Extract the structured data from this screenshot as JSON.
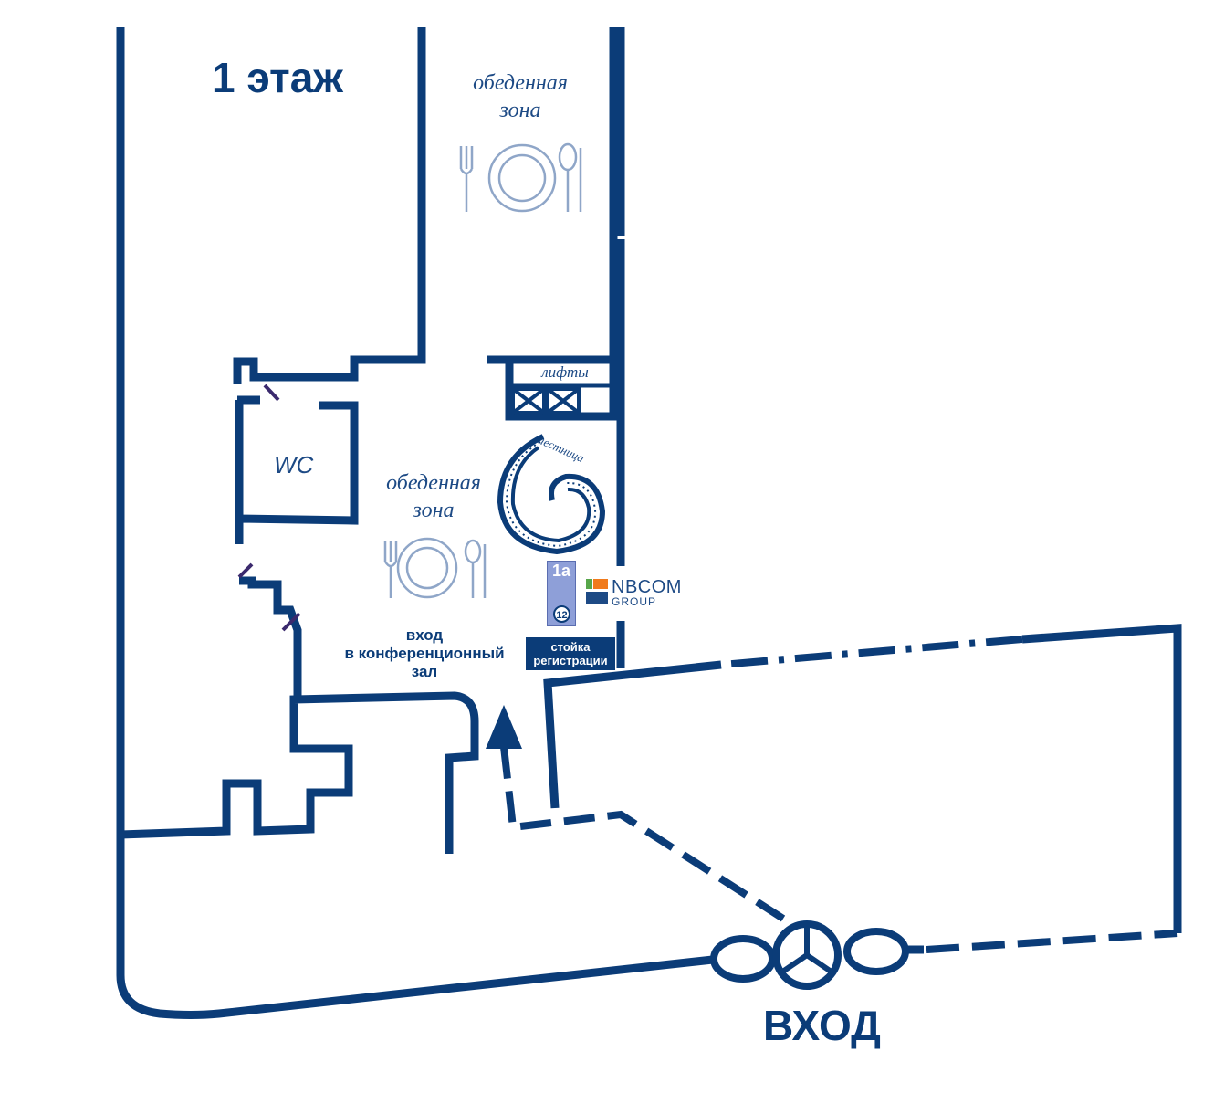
{
  "map": {
    "floor_title": "1 этаж",
    "dining_zone_top": [
      "обеденная",
      "зона"
    ],
    "dining_zone_middle": [
      "обеденная",
      "зона"
    ],
    "wc_label": "WC",
    "lifts_label": "лифты",
    "stairs_label": "лестница",
    "conference_entrance": [
      "вход",
      "в конференционный",
      "зал"
    ],
    "registration_desk": [
      "стойка",
      "регистрации"
    ],
    "booth": {
      "code": "1a",
      "number": "12"
    },
    "sponsor_logo": {
      "name": "NBCOM",
      "subtitle": "GROUP"
    },
    "main_entrance": "ВХОД",
    "colors": {
      "walls": "#0b3c78",
      "booth": "#8e9fd8",
      "cutlery": "#8fa6c8",
      "logo_green": "#57a64a",
      "logo_orange": "#f07a1c"
    },
    "icons": [
      "plate-with-cutlery-icon",
      "lift-icon",
      "spiral-staircase-icon",
      "revolving-door-icon",
      "direction-arrow-icon"
    ]
  }
}
